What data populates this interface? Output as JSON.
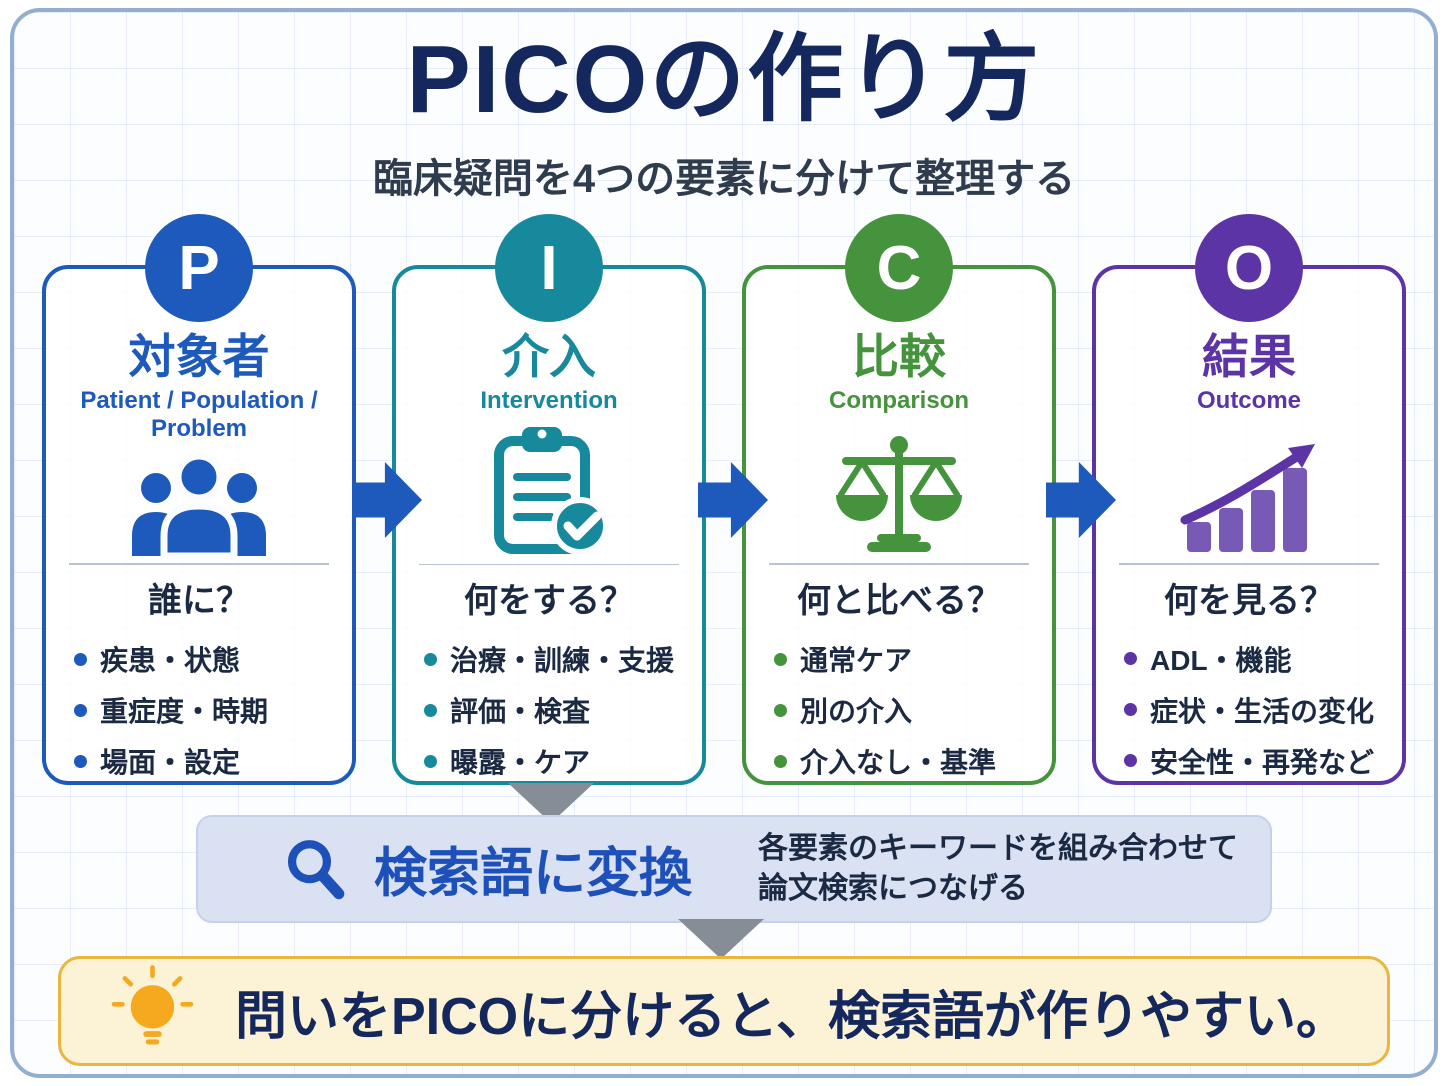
{
  "header": {
    "title": "PICOの作り方",
    "subtitle": "臨床疑問を4つの要素に分けて整理する"
  },
  "cards": [
    {
      "letter": "P",
      "title": "対象者",
      "subtitle_en": "Patient / Population / Problem",
      "icon": "people-icon",
      "color": "#1d5abc",
      "question": "誰に？",
      "bullets": [
        "疾患・状態",
        "重症度・時期",
        "場面・設定"
      ]
    },
    {
      "letter": "I",
      "title": "介入",
      "subtitle_en": "Intervention",
      "icon": "clipboard-check-icon",
      "color": "#17899c",
      "question": "何をする？",
      "bullets": [
        "治療・訓練・支援",
        "評価・検査",
        "曝露・ケア"
      ]
    },
    {
      "letter": "C",
      "title": "比較",
      "subtitle_en": "Comparison",
      "icon": "balance-scale-icon",
      "color": "#45933d",
      "question": "何と比べる？",
      "bullets": [
        "通常ケア",
        "別の介入",
        "介入なし・基準"
      ]
    },
    {
      "letter": "O",
      "title": "結果",
      "subtitle_en": "Outcome",
      "icon": "bar-chart-icon",
      "color": "#5c34a6",
      "question": "何を見る？",
      "bullets": [
        "ADL・機能",
        "症状・生活の変化",
        "安全性・再発など"
      ]
    }
  ],
  "search_section": {
    "icon": "search-icon",
    "label": "検索語に変換",
    "description_line1": "各要素のキーワードを組み合わせて",
    "description_line2": "論文検索につなげる"
  },
  "footer": {
    "icon": "lightbulb-icon",
    "message": "問いをPICOに分けると、検索語が作りやすい。"
  },
  "colors": {
    "p_blue": "#1d5abc",
    "i_teal": "#17899c",
    "c_green": "#45933d",
    "o_purple": "#5c34a6",
    "title_navy": "#15285d",
    "body_text": "#1b2942",
    "arrow_blue": "#1d5abc",
    "arrow_gray": "#868d97",
    "search_panel_bg": "#d9e1f3",
    "search_label_blue": "#1d50b8",
    "takeaway_bg": "#fcf2d5",
    "takeaway_border": "#e9b63e",
    "bulb_orange": "#f5a91e",
    "frame_border": "#94aed2"
  }
}
